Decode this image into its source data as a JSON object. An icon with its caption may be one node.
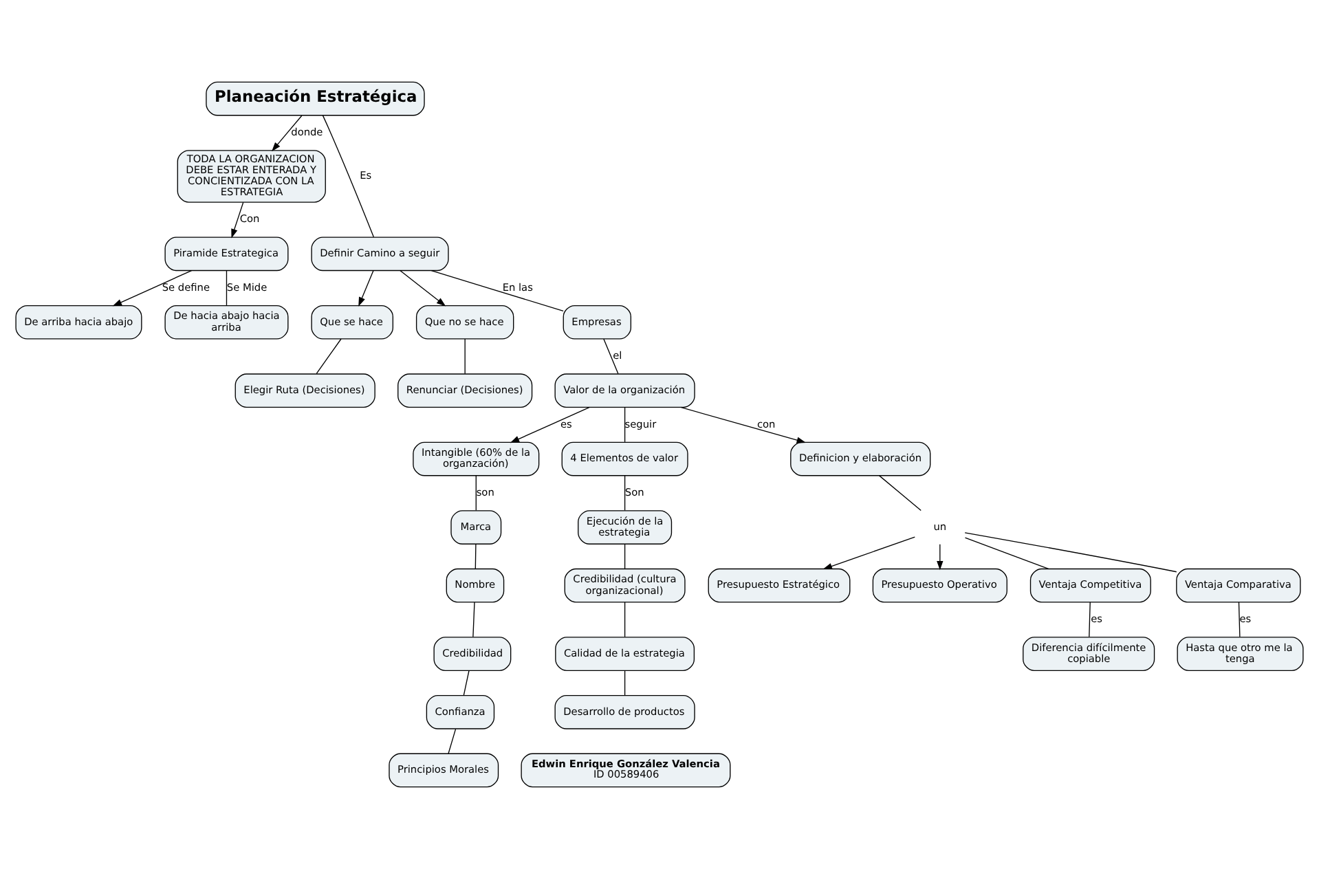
{
  "diagram": {
    "nodes": [
      {
        "text": [
          "Planeación Estratégica"
        ]
      },
      {
        "text": [
          "TODA LA ORGANIZACION DEBE ESTAR ENTERADA Y CONCIENTIZADA CON LA ESTRATEGIA"
        ]
      },
      {
        "text": [
          "Piramide Estrategica"
        ]
      },
      {
        "text": [
          "De arriba hacia abajo"
        ]
      },
      {
        "text": [
          "De hacia abajo hacia arriba"
        ]
      },
      {
        "text": [
          "Definir Camino a seguir"
        ]
      },
      {
        "text": [
          "Que se hace"
        ]
      },
      {
        "text": [
          "Elegir Ruta (Decisiones)"
        ]
      },
      {
        "text": [
          "Que no se hace"
        ]
      },
      {
        "text": [
          "Renunciar (Decisiones)"
        ]
      },
      {
        "text": [
          "Empresas"
        ]
      },
      {
        "text": [
          "Valor de la organización"
        ]
      },
      {
        "text": [
          "Intangible (60% de la organzación)"
        ]
      },
      {
        "text": [
          "Marca"
        ]
      },
      {
        "text": [
          "Nombre"
        ]
      },
      {
        "text": [
          "Credibilidad"
        ]
      },
      {
        "text": [
          "Confianza"
        ]
      },
      {
        "text": [
          "Principios Morales"
        ]
      },
      {
        "text": [
          "4 Elementos de valor"
        ]
      },
      {
        "text": [
          "Ejecución de la estrategia"
        ]
      },
      {
        "text": [
          "Credibilidad (cultura organizacional)"
        ]
      },
      {
        "text": [
          "Calidad de la estrategia"
        ]
      },
      {
        "text": [
          "Desarrollo de productos"
        ]
      },
      {
        "text": [
          "Definicion y elaboración"
        ]
      },
      {
        "text": [
          "un"
        ]
      },
      {
        "text": [
          "Presupuesto Estratégico"
        ]
      },
      {
        "text": [
          "Presupuesto Operativo"
        ]
      },
      {
        "text": [
          "Ventaja Competitiva"
        ]
      },
      {
        "text": [
          "Ventaja Comparativa"
        ]
      },
      {
        "text": [
          "Diferencia difícilmente copiable"
        ]
      },
      {
        "text": [
          "Hasta que otro me la tenga"
        ]
      },
      {
        "text": [
          "Edwin Enrique González Valencia",
          "ID 00589406"
        ]
      }
    ],
    "edges": [
      {
        "from": 0,
        "to": 1,
        "arrow": "to",
        "label": "donde"
      },
      {
        "from": 1,
        "to": 2,
        "arrow": "to",
        "label": "Con"
      },
      {
        "from": 2,
        "to": 3,
        "arrow": "to",
        "label": "Se define"
      },
      {
        "from": 2,
        "to": 4,
        "arrow": "none",
        "label": "Se Mide"
      },
      {
        "from": 0,
        "to": 5,
        "arrow": "none",
        "label": "Es"
      },
      {
        "from": 5,
        "to": 6,
        "arrow": "to"
      },
      {
        "from": 6,
        "to": 7,
        "arrow": "none"
      },
      {
        "from": 5,
        "to": 8,
        "arrow": "to"
      },
      {
        "from": 8,
        "to": 9,
        "arrow": "none"
      },
      {
        "from": 5,
        "to": 10,
        "arrow": "none",
        "label": "En las"
      },
      {
        "from": 10,
        "to": 11,
        "arrow": "none",
        "label": "el"
      },
      {
        "from": 11,
        "to": 12,
        "arrow": "to",
        "label": "es"
      },
      {
        "from": 12,
        "to": 13,
        "arrow": "none",
        "label": "son"
      },
      {
        "from": 13,
        "to": 14,
        "arrow": "none"
      },
      {
        "from": 14,
        "to": 15,
        "arrow": "none"
      },
      {
        "from": 15,
        "to": 16,
        "arrow": "none"
      },
      {
        "from": 16,
        "to": 17,
        "arrow": "none"
      },
      {
        "from": 11,
        "to": 18,
        "arrow": "none",
        "label": "seguir"
      },
      {
        "from": 18,
        "to": 19,
        "arrow": "none",
        "label": "Son"
      },
      {
        "from": 19,
        "to": 20,
        "arrow": "none"
      },
      {
        "from": 20,
        "to": 21,
        "arrow": "none"
      },
      {
        "from": 21,
        "to": 22,
        "arrow": "none"
      },
      {
        "from": 11,
        "to": 23,
        "arrow": "to",
        "label": "con"
      },
      {
        "from": 23,
        "to": 24,
        "arrow": "none"
      },
      {
        "from": 24,
        "to": 25,
        "arrow": "to"
      },
      {
        "from": 24,
        "to": 26,
        "arrow": "to"
      },
      {
        "from": 24,
        "to": 27,
        "arrow": "none"
      },
      {
        "from": 24,
        "to": 28,
        "arrow": "none"
      },
      {
        "from": 27,
        "to": 29,
        "arrow": "none",
        "label": "es"
      },
      {
        "from": 28,
        "to": 30,
        "arrow": "none",
        "label": "es"
      }
    ]
  }
}
